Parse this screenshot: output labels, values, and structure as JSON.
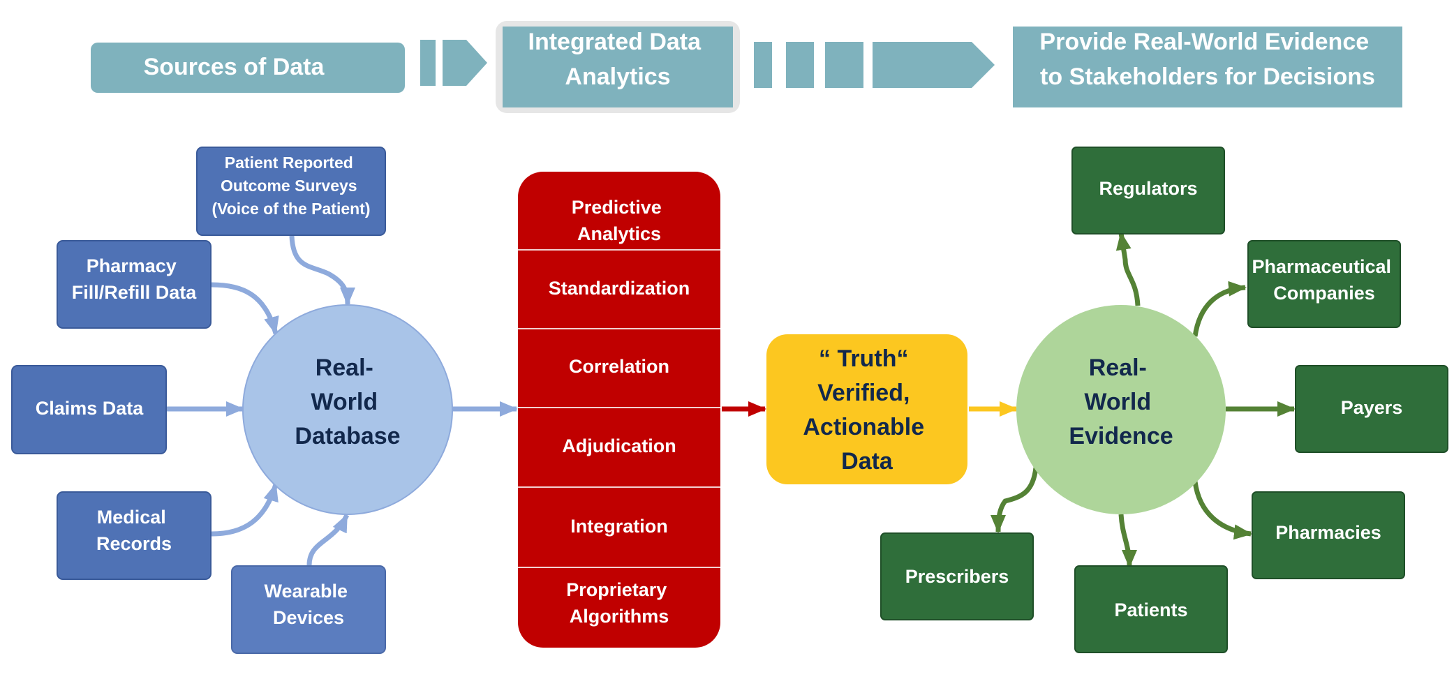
{
  "header": {
    "sources": "Sources of Data",
    "integrated": [
      "Integrated Data",
      "Analytics"
    ],
    "provide": [
      "Provide Real-World Evidence",
      "to Stakeholders for Decisions"
    ]
  },
  "sources": {
    "patient_reported": [
      "Patient Reported",
      "Outcome Surveys",
      "(Voice of the Patient)"
    ],
    "pharmacy": [
      "Pharmacy",
      "Fill/Refill Data"
    ],
    "claims": [
      "Claims Data"
    ],
    "medical": [
      "Medical",
      "Records"
    ],
    "wearable": [
      "Wearable",
      "Devices"
    ]
  },
  "database": [
    "Real-",
    "World",
    "Database"
  ],
  "analytics_steps": [
    [
      "Predictive",
      "Analytics"
    ],
    [
      "Standardization"
    ],
    [
      "Correlation"
    ],
    [
      "Adjudication"
    ],
    [
      "Integration"
    ],
    [
      "Proprietary",
      "Algorithms"
    ]
  ],
  "truth": [
    "“ Truth“",
    "Verified,",
    "Actionable",
    "Data"
  ],
  "evidence": [
    "Real-",
    "World",
    "Evidence"
  ],
  "stakeholders": {
    "regulators": [
      "Regulators"
    ],
    "pharma": [
      "Pharmaceutical",
      "Companies"
    ],
    "payers": [
      "Payers"
    ],
    "pharmacies": [
      "Pharmacies"
    ],
    "patients": [
      "Patients"
    ],
    "prescribers": [
      "Prescribers"
    ]
  },
  "colors": {
    "header_teal": "#7fb2bd",
    "header_frame": "#d9d9d9",
    "source_blue": "#4f72b5",
    "source_blue_light": "#5b7dbf",
    "database_fill": "#a9c4e8",
    "light_arrow": "#8eaadc",
    "analytics_red": "#c00000",
    "truth_yellow": "#fcc720",
    "evidence_fill": "#aed59a",
    "stakeholder_green": "#2f6e3a",
    "green_arrow": "#548235",
    "dark_navy": "#12284c"
  }
}
